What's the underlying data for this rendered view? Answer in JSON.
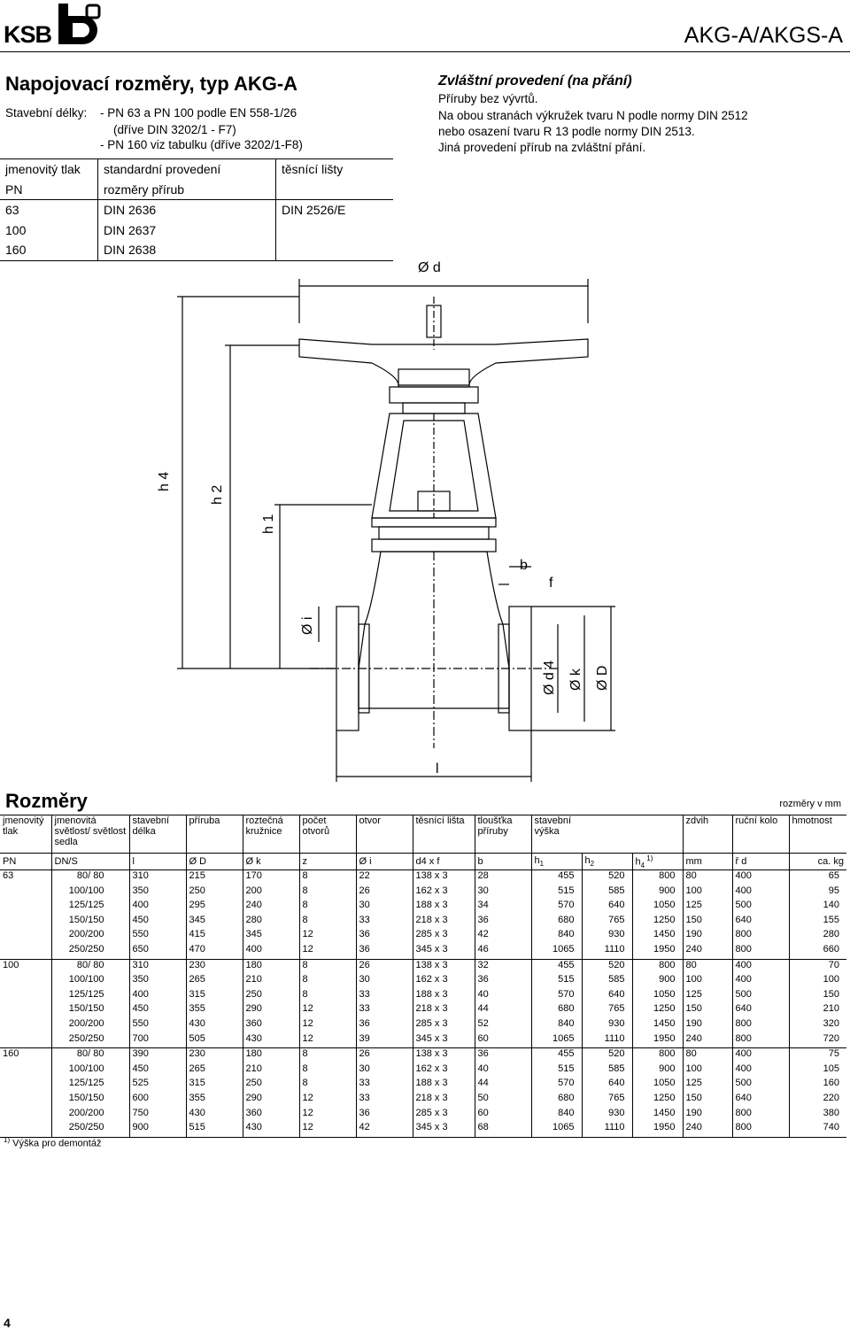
{
  "header": {
    "brand": "KSB",
    "doc_code": "AKG-A/AKGS-A"
  },
  "title": "Napojovací rozměry, typ AKG-A",
  "lengths": {
    "label": "Stavební délky:",
    "line1": "- PN 63 a PN 100 podle EN 558-1/26",
    "line2": "(dříve DIN 3202/1 - F7)",
    "line3": "- PN 160 viz tabulku (dříve 3202/1-F8)"
  },
  "special": {
    "title": "Zvláštní provedení (na přání)",
    "line1": "Příruby bez vývrtů.",
    "line2": "Na obou stranách výkružek tvaru N podle normy DIN 2512",
    "line3": "nebo osazení tvaru R 13 podle normy DIN 2513.",
    "line4": "Jiná provedení přírub na zvláštní přání."
  },
  "flange_table": {
    "h1": "jmenovitý tlak",
    "h2": "standardní provedení",
    "h3": "těsnící lišty",
    "h1b": "PN",
    "h2b": "rozměry přírub",
    "rows": [
      [
        "63",
        "DIN 2636",
        "DIN 2526/E"
      ],
      [
        "100",
        "DIN 2637",
        ""
      ],
      [
        "160",
        "DIN 2638",
        ""
      ]
    ]
  },
  "drawing_labels": {
    "d": "Ø d",
    "h4": "h 4",
    "h2": "h 2",
    "h1": "h 1",
    "b": "b",
    "f": "f",
    "i": "Ø i",
    "d4": "Ø d 4",
    "k": "Ø k",
    "D": "Ø D",
    "l": "l"
  },
  "dims": {
    "title": "Rozměry",
    "unit_note": "rozměry v mm",
    "headers": [
      "jmenovitý tlak",
      "jmenovitá světlost/ světlost sedla",
      "stavební délka",
      "příruba",
      "roztečná kružnice",
      "počet otvorů",
      "otvor",
      "těsnící lišta",
      "tloušťka příruby",
      "stavební výška",
      "",
      "",
      "zdvih",
      "ruční kolo",
      "hmotnost"
    ],
    "symbols": [
      "PN",
      "DN/S",
      "l",
      "Ø D",
      "Ø k",
      "z",
      "Ø i",
      "d4 x f",
      "b",
      "h",
      "h",
      "h",
      "mm",
      "ř d",
      "ca. kg"
    ],
    "sym_subs": [
      "1",
      "2",
      "4"
    ],
    "h4_sup": "1)",
    "groups": [
      {
        "pn": "63",
        "rows": [
          [
            "80/ 80",
            "310",
            "215",
            "170",
            "8",
            "22",
            "138 x 3",
            "28",
            "455",
            "520",
            "800",
            "80",
            "400",
            "65"
          ],
          [
            "100/100",
            "350",
            "250",
            "200",
            "8",
            "26",
            "162 x 3",
            "30",
            "515",
            "585",
            "900",
            "100",
            "400",
            "95"
          ],
          [
            "125/125",
            "400",
            "295",
            "240",
            "8",
            "30",
            "188 x 3",
            "34",
            "570",
            "640",
            "1050",
            "125",
            "500",
            "140"
          ],
          [
            "150/150",
            "450",
            "345",
            "280",
            "8",
            "33",
            "218 x 3",
            "36",
            "680",
            "765",
            "1250",
            "150",
            "640",
            "155"
          ],
          [
            "200/200",
            "550",
            "415",
            "345",
            "12",
            "36",
            "285 x 3",
            "42",
            "840",
            "930",
            "1450",
            "190",
            "800",
            "280"
          ],
          [
            "250/250",
            "650",
            "470",
            "400",
            "12",
            "36",
            "345 x 3",
            "46",
            "1065",
            "1110",
            "1950",
            "240",
            "800",
            "660"
          ]
        ]
      },
      {
        "pn": "100",
        "rows": [
          [
            "80/ 80",
            "310",
            "230",
            "180",
            "8",
            "26",
            "138 x 3",
            "32",
            "455",
            "520",
            "800",
            "80",
            "400",
            "70"
          ],
          [
            "100/100",
            "350",
            "265",
            "210",
            "8",
            "30",
            "162 x 3",
            "36",
            "515",
            "585",
            "900",
            "100",
            "400",
            "100"
          ],
          [
            "125/125",
            "400",
            "315",
            "250",
            "8",
            "33",
            "188 x 3",
            "40",
            "570",
            "640",
            "1050",
            "125",
            "500",
            "150"
          ],
          [
            "150/150",
            "450",
            "355",
            "290",
            "12",
            "33",
            "218 x 3",
            "44",
            "680",
            "765",
            "1250",
            "150",
            "640",
            "210"
          ],
          [
            "200/200",
            "550",
            "430",
            "360",
            "12",
            "36",
            "285 x 3",
            "52",
            "840",
            "930",
            "1450",
            "190",
            "800",
            "320"
          ],
          [
            "250/250",
            "700",
            "505",
            "430",
            "12",
            "39",
            "345 x 3",
            "60",
            "1065",
            "1110",
            "1950",
            "240",
            "800",
            "720"
          ]
        ]
      },
      {
        "pn": "160",
        "rows": [
          [
            "80/ 80",
            "390",
            "230",
            "180",
            "8",
            "26",
            "138 x 3",
            "36",
            "455",
            "520",
            "800",
            "80",
            "400",
            "75"
          ],
          [
            "100/100",
            "450",
            "265",
            "210",
            "8",
            "30",
            "162 x 3",
            "40",
            "515",
            "585",
            "900",
            "100",
            "400",
            "105"
          ],
          [
            "125/125",
            "525",
            "315",
            "250",
            "8",
            "33",
            "188 x 3",
            "44",
            "570",
            "640",
            "1050",
            "125",
            "500",
            "160"
          ],
          [
            "150/150",
            "600",
            "355",
            "290",
            "12",
            "33",
            "218 x 3",
            "50",
            "680",
            "765",
            "1250",
            "150",
            "640",
            "220"
          ],
          [
            "200/200",
            "750",
            "430",
            "360",
            "12",
            "36",
            "285 x 3",
            "60",
            "840",
            "930",
            "1450",
            "190",
            "800",
            "380"
          ],
          [
            "250/250",
            "900",
            "515",
            "430",
            "12",
            "42",
            "345 x 3",
            "68",
            "1065",
            "1110",
            "1950",
            "240",
            "800",
            "740"
          ]
        ]
      }
    ]
  },
  "footnote": {
    "mark": "1)",
    "text": " Výška pro demontáž"
  },
  "page_number": "4"
}
